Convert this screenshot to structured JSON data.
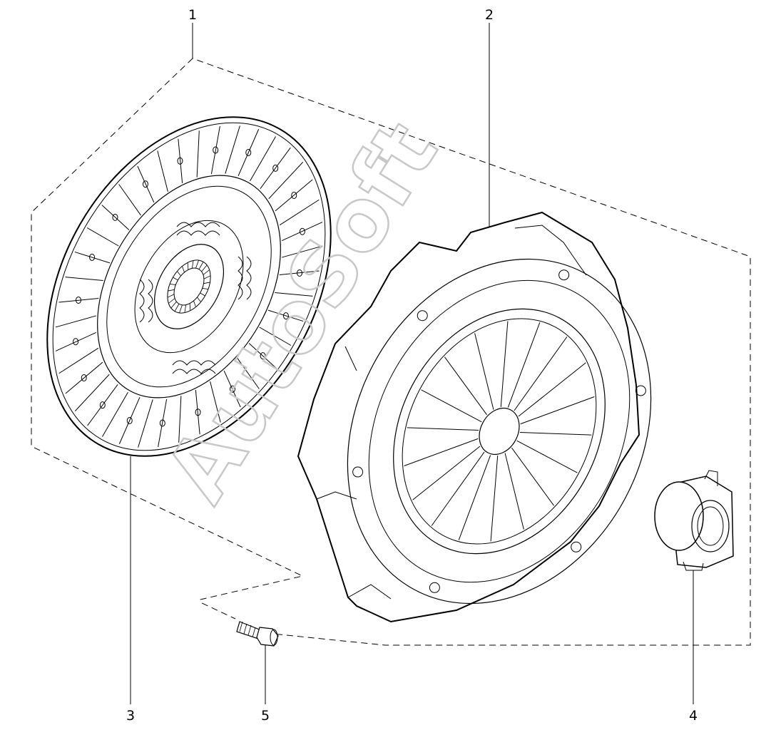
{
  "callouts": [
    {
      "id": "1",
      "label": "1"
    },
    {
      "id": "2",
      "label": "2"
    },
    {
      "id": "3",
      "label": "3"
    },
    {
      "id": "4",
      "label": "4"
    },
    {
      "id": "5",
      "label": "5"
    }
  ],
  "watermark": {
    "text": "AutoSoft",
    "color": "#c8c8c8"
  },
  "colors": {
    "line": "#000000",
    "background": "#ffffff"
  }
}
